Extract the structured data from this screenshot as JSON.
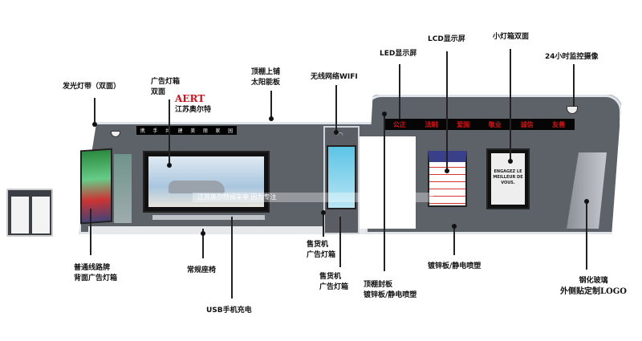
{
  "brand": {
    "logo": "AERT",
    "name": "江苏奥尔特"
  },
  "labels": {
    "light_strip": "发光灯带（双面）",
    "ad_lightbox": [
      "广告灯箱",
      "双面"
    ],
    "solar": [
      "顶棚上铺",
      "太阳能板"
    ],
    "wifi": "无线网络WIFI",
    "led": "LED显示屏",
    "lcd": "LCD显示屏",
    "small_lightbox": "小灯箱双面",
    "camera": "24小时监控摄像",
    "route_sign": [
      "普通线路牌",
      "背面广告灯箱"
    ],
    "bench": "常规座椅",
    "usb": "USB手机充电",
    "vending1": [
      "售货机",
      "广告灯箱"
    ],
    "vending2": [
      "售货机",
      "广告灯箱"
    ],
    "ceiling": [
      "顶棚封板",
      "镀锌板/静电喷塑"
    ],
    "panel": "镀锌板/静电喷塑",
    "glass": [
      "钢化玻璃",
      "外侧贴定制LOGO"
    ]
  },
  "led_text": [
    "公正",
    "法制",
    "爱国",
    "敬业",
    "诚信",
    "友善"
  ],
  "top_banner": [
    "携",
    "手",
    "共",
    "建",
    "美",
    "丽",
    "家",
    "园"
  ],
  "caption": "江苏奥尔特候车亭  因为专注",
  "lightbox_text": "ENGAGEZ LE MEILLEUR DE VOUS."
}
